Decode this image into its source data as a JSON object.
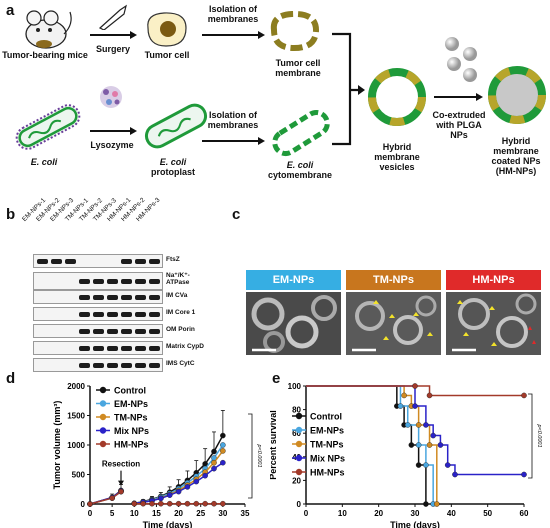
{
  "panels": {
    "a": "a",
    "b": "b",
    "c": "c",
    "d": "d",
    "e": "e"
  },
  "panel_a": {
    "tumor_mice": "Tumor-bearing mice",
    "surgery": "Surgery",
    "tumor_cell": "Tumor cell",
    "isolation_top": "Isolation of membranes",
    "tumor_membrane": "Tumor cell membrane",
    "ecoli": "E. coli",
    "lysozyme": "Lysozyme",
    "protoplast_italic": "E. coli",
    "protoplast": "protoplast",
    "isolation_bottom": "Isolation of membranes",
    "cytomembrane_italic": "E. coli",
    "cytomembrane": "cytomembrane",
    "hybrid_vesicles": "Hybrid membrane vesicles",
    "coextruded": "Co-extruded with PLGA NPs",
    "hm_nps": "Hybrid membrane coated NPs (HM-NPs)"
  },
  "panel_b": {
    "lanes": [
      "EM-NPs-1",
      "EM-NPs-2",
      "EM-NPs-3",
      "TM-NPs-1",
      "TM-NPs-2",
      "TM-NPs-3",
      "HM-NPs-1",
      "HM-NPs-2",
      "HM-NPs-3"
    ],
    "markers": [
      "FtsZ",
      "Na⁺/K⁺-ATPase",
      "IM CVa",
      "IM Core 1",
      "OM Porin",
      "Matrix CypD",
      "IMS CytC"
    ]
  },
  "panel_c": {
    "em": "EM-NPs",
    "tm": "TM-NPs",
    "hm": "HM-NPs",
    "colors": {
      "em": "#36aee3",
      "tm": "#c8761e",
      "hm": "#e02a2a"
    }
  },
  "chart_data": [
    {
      "type": "line",
      "panel": "d",
      "xlabel": "Time (days)",
      "ylabel": "Tumor volume (mm³)",
      "xlim": [
        0,
        35
      ],
      "ylim": [
        0,
        2000
      ],
      "xticks": [
        "0",
        "5",
        "10",
        "15",
        "20",
        "25",
        "30",
        "35"
      ],
      "yticks": [
        "0",
        "500",
        "1000",
        "1500",
        "2000"
      ],
      "annotation": "Resection",
      "pvalue": "p<0.0001",
      "series": [
        {
          "name": "Control",
          "color": "#111111",
          "x": [
            0,
            5,
            7,
            10,
            12,
            14,
            16,
            18,
            20,
            22,
            24,
            26,
            28,
            30
          ],
          "y": [
            0,
            110,
            230,
            10,
            40,
            80,
            130,
            200,
            290,
            400,
            530,
            680,
            890,
            1160
          ]
        },
        {
          "name": "EM-NPs",
          "color": "#4aa6df",
          "x": [
            0,
            5,
            7,
            10,
            12,
            14,
            16,
            18,
            20,
            22,
            24,
            26,
            28,
            30
          ],
          "y": [
            0,
            100,
            210,
            10,
            35,
            70,
            120,
            180,
            260,
            360,
            470,
            600,
            780,
            1000
          ]
        },
        {
          "name": "TM-NPs",
          "color": "#d08a22",
          "x": [
            0,
            5,
            7,
            10,
            12,
            14,
            16,
            18,
            20,
            22,
            24,
            26,
            28,
            30
          ],
          "y": [
            0,
            105,
            220,
            10,
            30,
            60,
            100,
            160,
            230,
            320,
            420,
            540,
            700,
            900
          ]
        },
        {
          "name": "Mix NPs",
          "color": "#2a22c8",
          "x": [
            0,
            5,
            7,
            10,
            12,
            14,
            16,
            18,
            20,
            22,
            24,
            26,
            28,
            30
          ],
          "y": [
            0,
            110,
            220,
            10,
            30,
            55,
            95,
            150,
            210,
            290,
            380,
            480,
            600,
            700
          ]
        },
        {
          "name": "HM-NPs",
          "color": "#a33a2a",
          "x": [
            0,
            5,
            7,
            10,
            12,
            14,
            16,
            18,
            20,
            22,
            24,
            26,
            28,
            30
          ],
          "y": [
            0,
            100,
            210,
            5,
            5,
            5,
            5,
            5,
            5,
            5,
            5,
            5,
            5,
            5
          ]
        }
      ]
    },
    {
      "type": "line",
      "panel": "e",
      "xlabel": "Time (days)",
      "ylabel": "Percent survival",
      "xlim": [
        0,
        60
      ],
      "ylim": [
        0,
        100
      ],
      "xticks": [
        "0",
        "10",
        "20",
        "30",
        "40",
        "50",
        "60"
      ],
      "yticks": [
        "0",
        "20",
        "40",
        "60",
        "80",
        "100"
      ],
      "pvalue": "p<0.0001",
      "series": [
        {
          "name": "Control",
          "color": "#111111",
          "x": [
            0,
            25,
            27,
            29,
            31,
            33
          ],
          "y": [
            100,
            83,
            67,
            50,
            33,
            0
          ]
        },
        {
          "name": "EM-NPs",
          "color": "#4aa6df",
          "x": [
            0,
            26,
            28,
            31,
            33,
            35
          ],
          "y": [
            100,
            83,
            67,
            50,
            33,
            0
          ]
        },
        {
          "name": "TM-NPs",
          "color": "#d08a22",
          "x": [
            0,
            27,
            29,
            31,
            34,
            36
          ],
          "y": [
            100,
            92,
            83,
            67,
            50,
            0
          ]
        },
        {
          "name": "Mix NPs",
          "color": "#2a22c8",
          "x": [
            0,
            30,
            33,
            35,
            37,
            39,
            41,
            60
          ],
          "y": [
            100,
            83,
            67,
            58,
            50,
            33,
            25,
            25
          ]
        },
        {
          "name": "HM-NPs",
          "color": "#a33a2a",
          "x": [
            0,
            30,
            34,
            60
          ],
          "y": [
            100,
            100,
            92,
            92
          ]
        }
      ]
    }
  ]
}
